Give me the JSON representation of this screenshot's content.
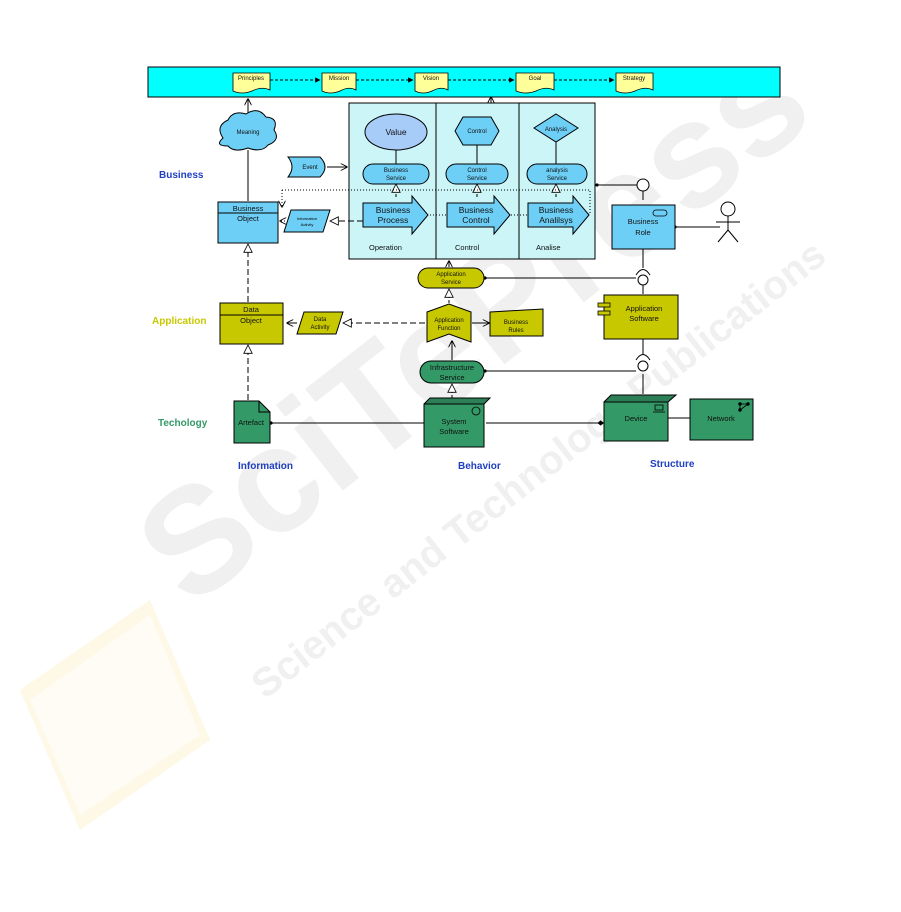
{
  "watermark": {
    "brand": "SciTePress",
    "tagline": "Science and Technology Publications"
  },
  "motivation_bar": {
    "items": [
      "Principles",
      "Mission",
      "Vision",
      "Goal",
      "Strategy"
    ]
  },
  "row_labels": {
    "business": "Business",
    "application": "Application",
    "technology": "Techology"
  },
  "column_labels": {
    "information": "Information",
    "behavior": "Behavior",
    "structure": "Structure"
  },
  "business": {
    "meaning": "Meaning",
    "event": "Event",
    "business_object": [
      "Business",
      "Object"
    ],
    "information_activity": [
      "Information",
      "Activity"
    ],
    "value": "Value",
    "control_shape": "Control",
    "analysis_shape": "Analysis",
    "business_service": [
      "Business",
      "Service"
    ],
    "control_service": [
      "Control",
      "Service"
    ],
    "analysis_service": [
      "analysis",
      "Service"
    ],
    "business_process": [
      "Business",
      "Process"
    ],
    "business_control": [
      "Business",
      "Control"
    ],
    "business_analysis": [
      "Business",
      "Analilsys"
    ],
    "lanes": [
      "Operation",
      "Control",
      "Analise"
    ],
    "business_role": [
      "Business",
      "Role"
    ]
  },
  "application": {
    "application_service": [
      "Application",
      "Service"
    ],
    "data_object": [
      "Data",
      "Object"
    ],
    "data_activity": [
      "Data",
      "Activity"
    ],
    "application_function": [
      "Application",
      "Function"
    ],
    "business_rules": [
      "Business",
      "Rules"
    ],
    "application_software": [
      "Application",
      "Software"
    ]
  },
  "technology": {
    "infrastructure_service": [
      "Infrastructure",
      "Service"
    ],
    "artefact": "Artefact",
    "system_software": [
      "System",
      "Software"
    ],
    "device": "Device",
    "network": "Network"
  },
  "colors": {
    "business_fill": "#6ECFF6",
    "business_lane_fill": "#CCF5F8",
    "application_fill": "#C8C800",
    "technology_fill": "#339966",
    "note_fill": "#FFFF99",
    "business_label": "#1F3FBF",
    "application_label": "#C8C800",
    "technology_label": "#339966",
    "column_label": "#1F3FBF"
  }
}
